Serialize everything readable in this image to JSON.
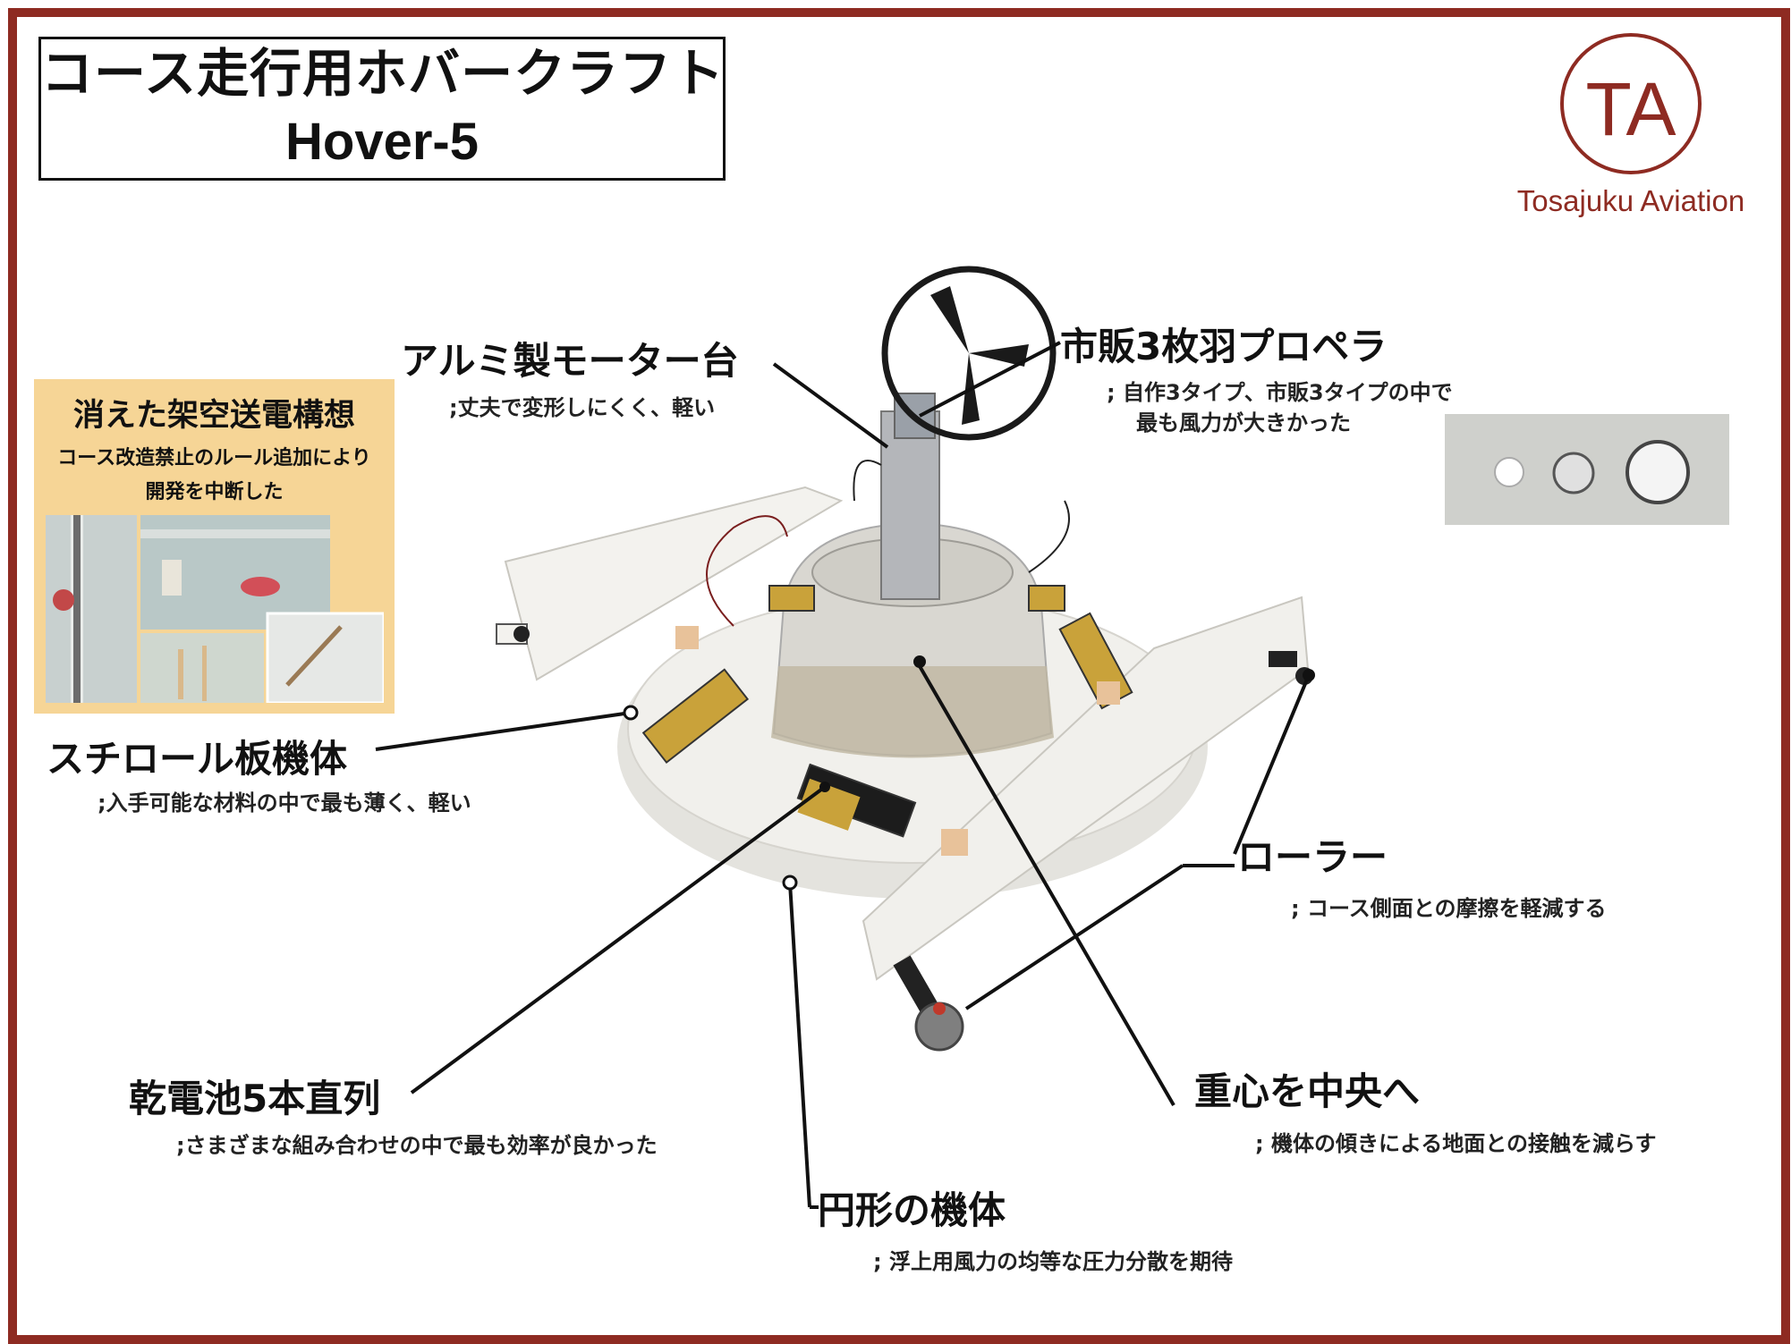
{
  "header": {
    "title_jp": "コース走行用ホバークラフト",
    "title_en": "Hover-5"
  },
  "logo": {
    "letters": "TA",
    "org_name": "Tosajuku Aviation",
    "color": "#8e2b22"
  },
  "panel": {
    "title": "消えた架空送電構想",
    "text_line1": "コース改造禁止のルール追加により",
    "text_line2": "開発を中断した",
    "background": "#f6d596"
  },
  "callouts": {
    "motor_mount": {
      "title": "アルミ製モーター台",
      "desc": ";丈夫で変形しにくく、軽い"
    },
    "propeller": {
      "title": "市販3枚羽プロペラ",
      "desc_line1": "; 自作3タイプ、市販3タイプの中で",
      "desc_line2": "最も風力が大きかった"
    },
    "body_material": {
      "title": "スチロール板機体",
      "desc": ";入手可能な材料の中で最も薄く、軽い"
    },
    "roller": {
      "title": "ローラー",
      "desc": "; コース側面との摩擦を軽減する"
    },
    "battery": {
      "title": "乾電池5本直列",
      "desc": ";さまざまな組み合わせの中で最も効率が良かった"
    },
    "center_of_gravity": {
      "title": "重心を中央へ",
      "desc": "; 機体の傾きによる地面との接触を減らす"
    },
    "circular_body": {
      "title": "円形の機体",
      "desc": "; 浮上用風力の均等な圧力分散を期待"
    }
  },
  "colors": {
    "frame": "#8e2b22",
    "foam": "#ecebe6",
    "battery_gold": "#c9a23a"
  }
}
